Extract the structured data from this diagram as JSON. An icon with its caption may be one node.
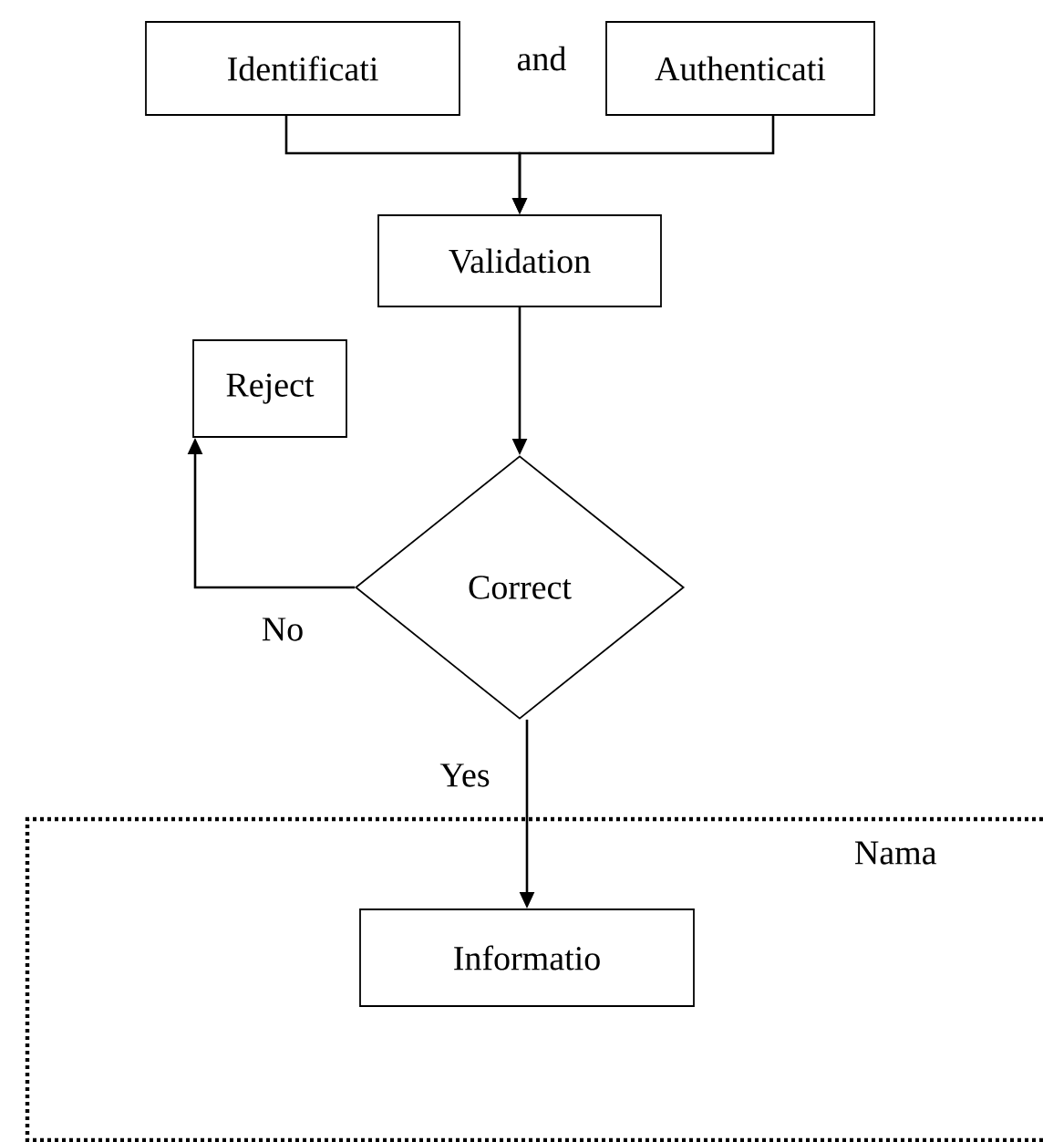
{
  "diagram": {
    "nodes": [
      {
        "text": [
          "Identificati"
        ]
      },
      {
        "text": [
          "Authenticati"
        ]
      },
      {
        "text": [
          "Validation"
        ]
      },
      {
        "text": [
          "Reject"
        ]
      },
      {
        "text": [
          "Correct"
        ]
      },
      {
        "text": [
          "Nama"
        ]
      },
      {
        "text": [
          "Informatio"
        ],
        "in": 5
      }
    ],
    "edges": [
      {
        "from": 0,
        "to": 2,
        "arrow": "to"
      },
      {
        "from": 1,
        "to": 2,
        "arrow": "to"
      },
      {
        "from": 2,
        "to": 4,
        "arrow": "to"
      },
      {
        "from": 4,
        "to": 3,
        "arrow": "to",
        "label": "No"
      },
      {
        "from": 4,
        "to": 6,
        "arrow": "to",
        "label": "Yes"
      }
    ],
    "labels": [
      "and"
    ]
  }
}
